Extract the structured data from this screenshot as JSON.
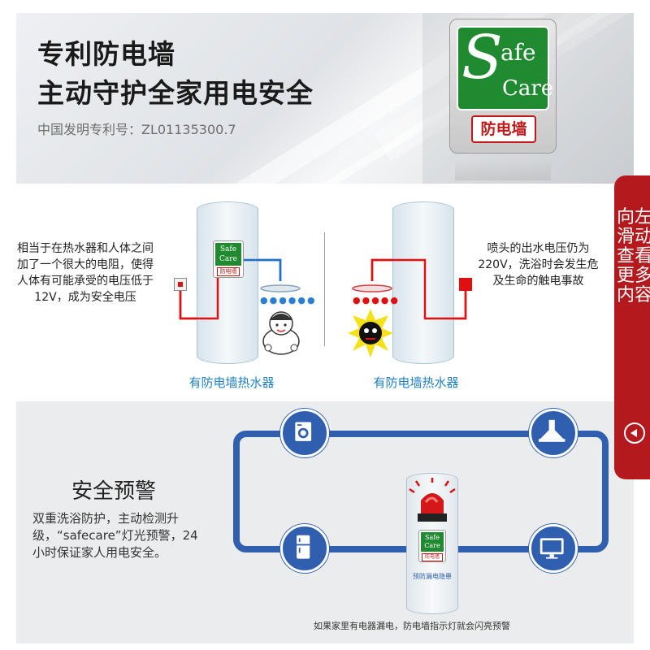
{
  "banner": {
    "title_line1": "专利防电墙",
    "title_line2": "主动守护全家用电安全",
    "patent": "中国发明专利号：ZL01135300.7"
  },
  "logo": {
    "word_safe": "Safe",
    "word_care": "Care",
    "badge_text": "防电墙"
  },
  "comparison": {
    "left_desc": "相当于在热水器和人体之间加了一个很大的电阻，使得人体有可能承受的电压低于12V，成为安全电压",
    "right_desc": "喷头的出水电压仍为220V，洗浴时会发生危及生命的触电事故",
    "left_caption": "有防电墙热水器",
    "right_caption": "有防电墙热水器"
  },
  "warning": {
    "title": "安全预警",
    "text": "双重洗浴防护，主动检测升级，“safecare”灯光预警，24小时保证家人用电安全。",
    "heater_label": "预防漏电隐患",
    "footnote": "如果家里有电器漏电，防电墙指示灯就会闪亮预警"
  },
  "side_tab": {
    "label": "向左滑动查看更多内容"
  },
  "colors": {
    "accent_blue": "#2f5fae",
    "caption_blue": "#1f7fc0",
    "brand_green": "#1f8a2f",
    "brand_red": "#c21818",
    "tab_red": "#b3191d"
  },
  "icons": [
    "washing-machine-icon",
    "range-hood-icon",
    "fridge-icon",
    "tv-icon",
    "alarm-light-icon",
    "arrow-left-icon"
  ]
}
